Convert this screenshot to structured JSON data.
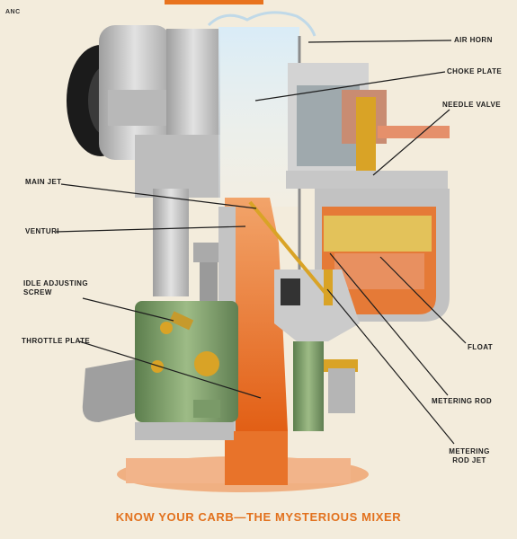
{
  "corner_tag": "ANC",
  "caption": "KNOW YOUR CARB—THE MYSTERIOUS MIXER",
  "labels": {
    "air_horn": "AIR HORN",
    "choke_plate": "CHOKE PLATE",
    "needle_valve": "NEEDLE VALVE",
    "main_jet": "MAIN JET",
    "venturi": "VENTURI",
    "idle_adjusting_screw": "IDLE ADJUSTING\nSCREW",
    "throttle_plate": "THROTTLE PLATE",
    "float": "FLOAT",
    "metering_rod": "METERING ROD",
    "metering_rod_jet": "METERING\nROD JET"
  },
  "colors": {
    "caption": "#e2711d",
    "fuel_orange": "#e8732a",
    "body_grey": "#c9c9c9",
    "green_body": "#7a9a68",
    "brass": "#d9a326",
    "background": "#f3ecdc"
  }
}
